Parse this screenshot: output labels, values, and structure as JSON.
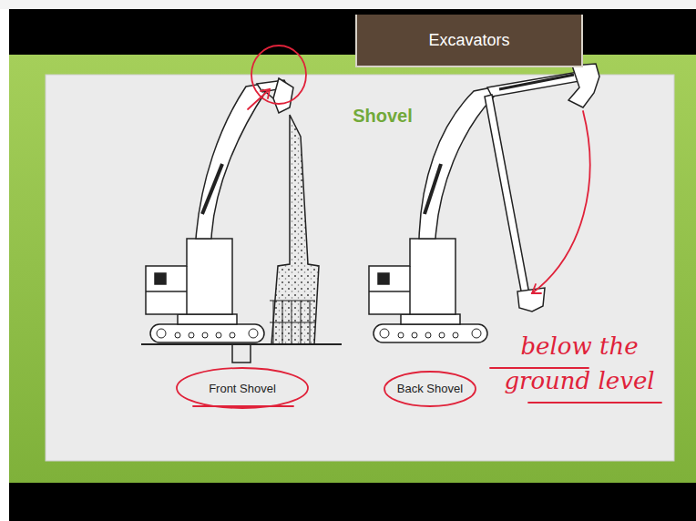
{
  "diagram": {
    "title": "Shovel",
    "nodes": [
      {
        "text": [
          "Excavators"
        ]
      }
    ],
    "labels": [
      "Front Shovel",
      "Back Shovel",
      "below the ground level"
    ]
  }
}
